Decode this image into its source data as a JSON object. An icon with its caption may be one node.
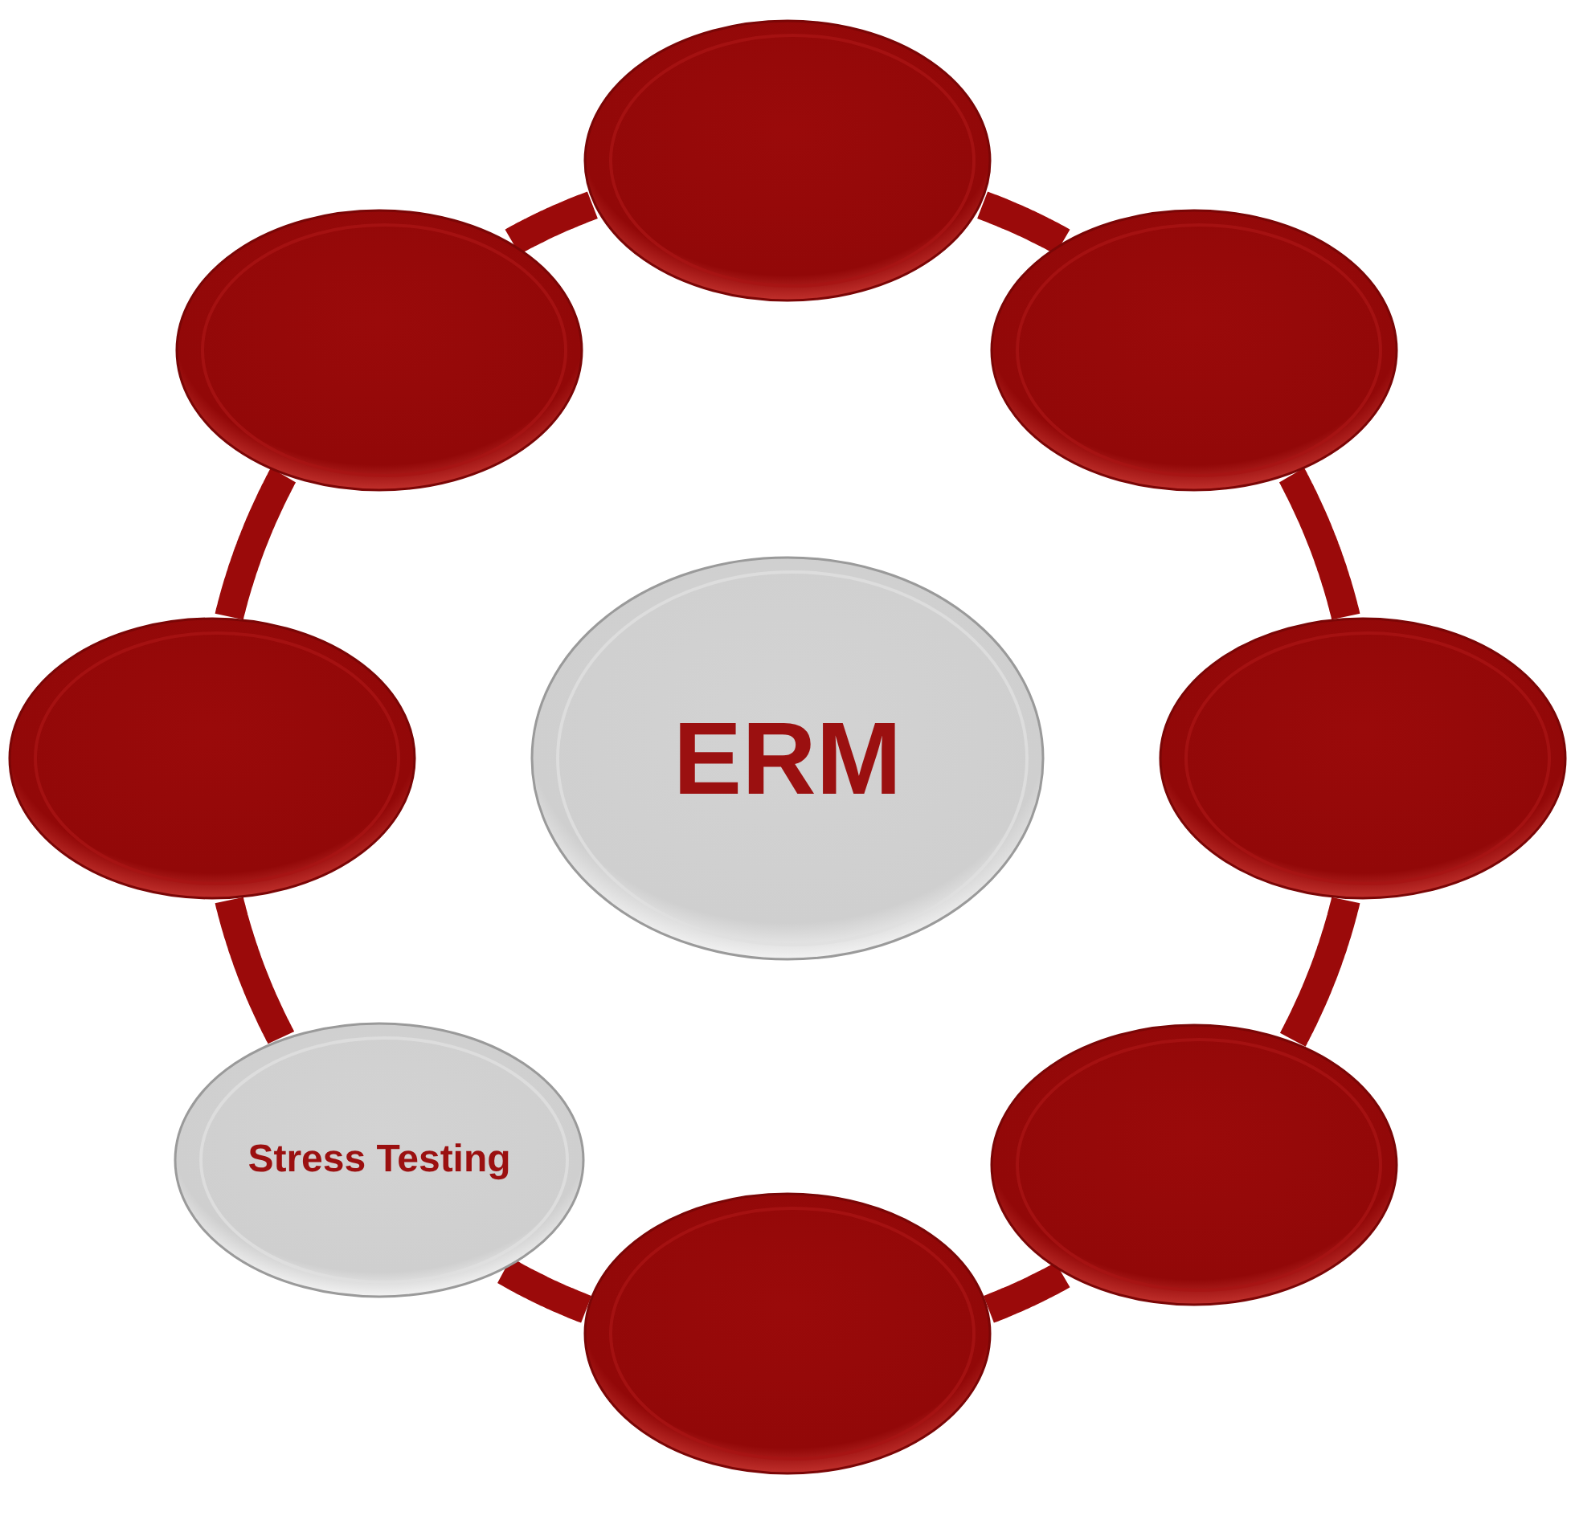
{
  "diagram": {
    "nodes": [
      {
        "text": [
          "ERM"
        ]
      },
      {
        "text": [],
        "shape": "ellipse"
      },
      {
        "text": [],
        "shape": "ellipse"
      },
      {
        "text": [],
        "shape": "ellipse"
      },
      {
        "text": [],
        "shape": "ellipse"
      },
      {
        "text": [],
        "shape": "ellipse"
      },
      {
        "text": [
          "Stress Testing"
        ]
      },
      {
        "text": [],
        "shape": "ellipse"
      },
      {
        "text": [],
        "shape": "ellipse"
      }
    ],
    "edges": [
      {
        "from": 1,
        "to": 2,
        "arrow": "none"
      },
      {
        "from": 2,
        "to": 3,
        "arrow": "none"
      },
      {
        "from": 3,
        "to": 4,
        "arrow": "none"
      },
      {
        "from": 4,
        "to": 5,
        "arrow": "none"
      },
      {
        "from": 5,
        "to": 6,
        "arrow": "none"
      },
      {
        "from": 6,
        "to": 7,
        "arrow": "none"
      },
      {
        "from": 7,
        "to": 8,
        "arrow": "none"
      },
      {
        "from": 8,
        "to": 1,
        "arrow": "none"
      }
    ]
  }
}
